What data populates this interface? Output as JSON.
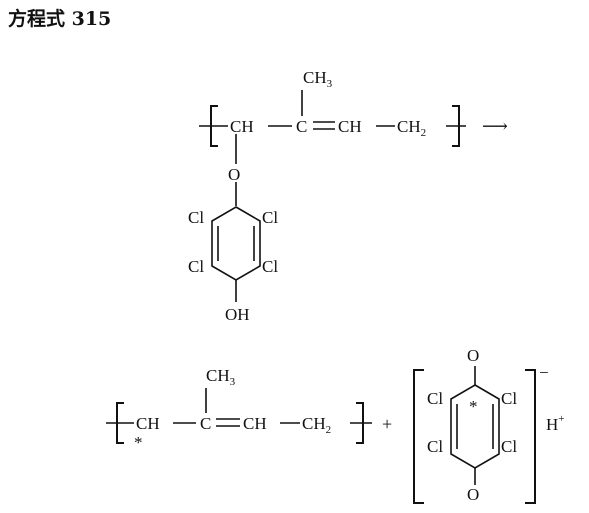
{
  "equation": {
    "title": "方程式 315",
    "reactant": {
      "ch3": "CH",
      "ch3_sub": "3",
      "ch_left": "CH",
      "c_center": "C",
      "ch_right": "CH",
      "ch2": "CH",
      "ch2_sub": "2",
      "oxygen": "O",
      "ring_cl_top_left": "Cl",
      "ring_cl_top_right": "Cl",
      "ring_cl_bottom_left": "Cl",
      "ring_cl_bottom_right": "Cl",
      "hydroxyl": "OH"
    },
    "arrow": "⟶",
    "product": {
      "ch3": "CH",
      "ch3_sub": "3",
      "ch_left": "CH",
      "radical_star": "*",
      "c_center": "C",
      "ch_right": "CH",
      "ch2": "CH",
      "ch2_sub": "2"
    },
    "plus": "+",
    "quinone": {
      "oxygen_top": "O",
      "oxygen_bottom": "O",
      "cl_top_left": "Cl",
      "cl_top_right": "Cl",
      "cl_bottom_left": "Cl",
      "cl_bottom_right": "Cl",
      "radical_star": "*",
      "charge": "−"
    },
    "proton": "H",
    "proton_charge": "+"
  }
}
